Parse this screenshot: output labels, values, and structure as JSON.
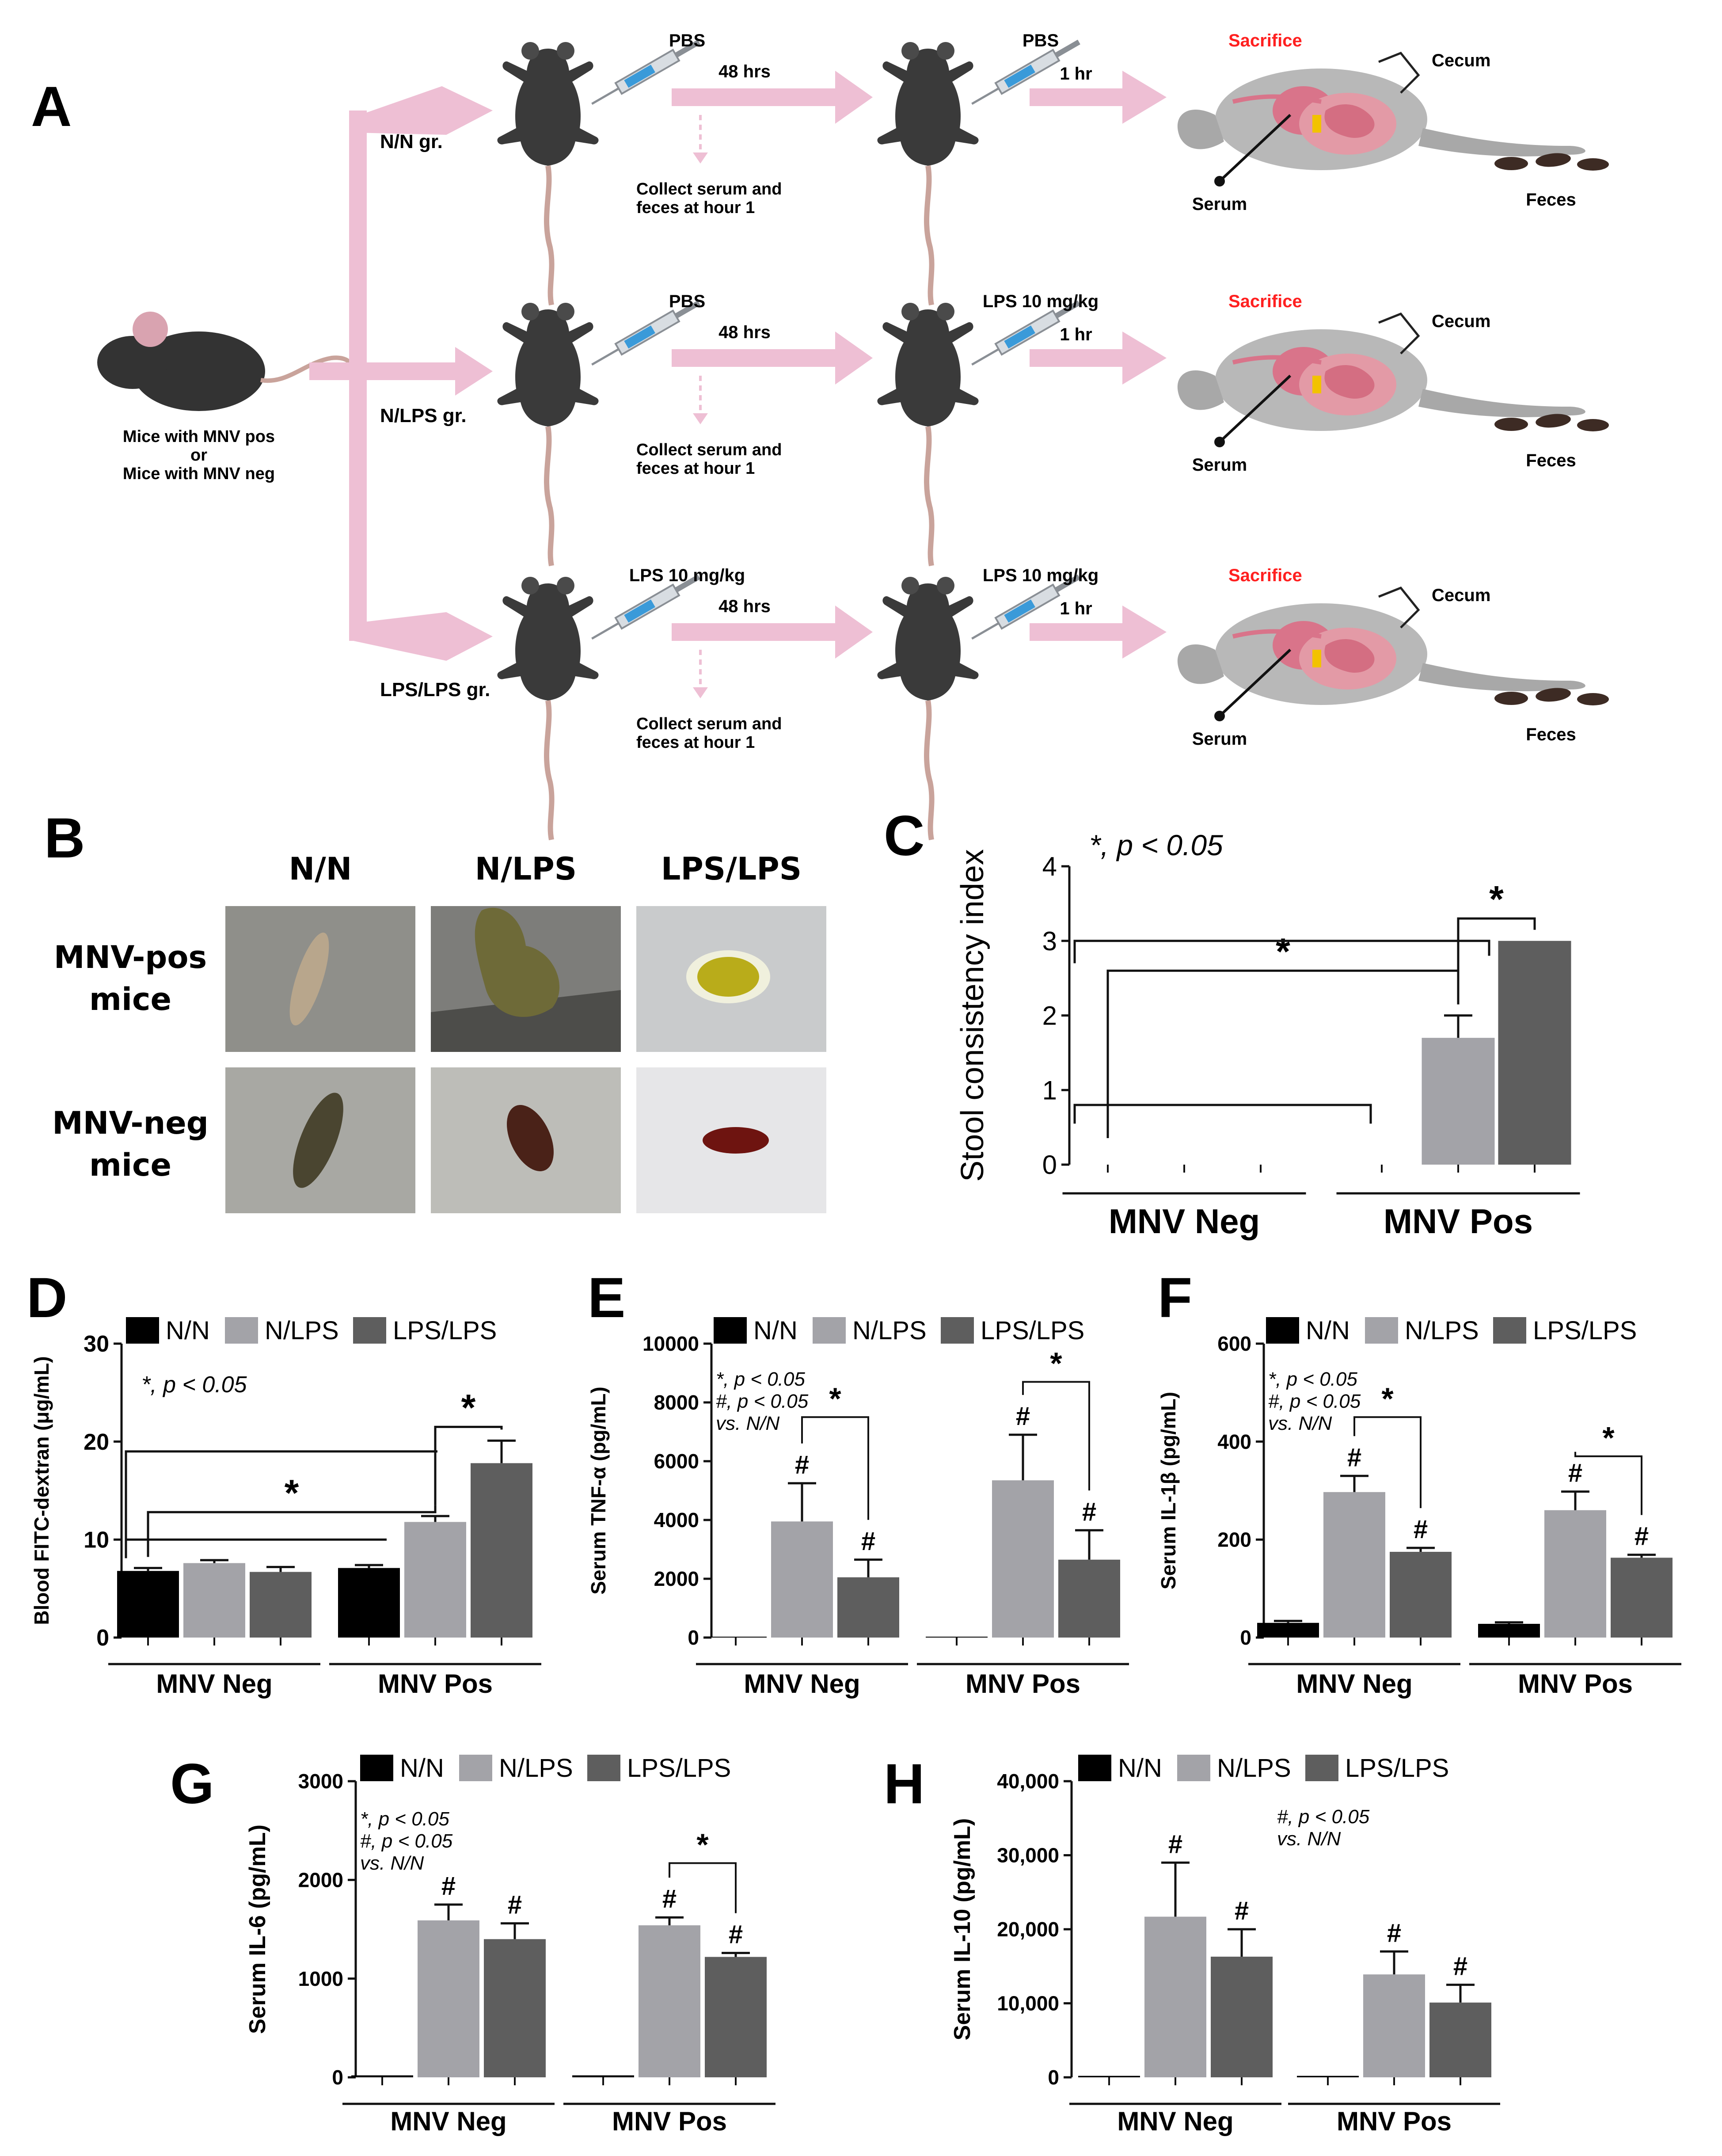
{
  "panelA": {
    "panel_label": "A",
    "start_label_1": "Mice  with MNV pos",
    "start_label_or": "or",
    "start_label_2": "Mice with MNV neg",
    "rows": [
      {
        "group": "N/N gr.",
        "inj1": "PBS",
        "interval1": "48 hrs",
        "collect_1": "Collect serum and",
        "collect_2": "feces at hour 1",
        "inj2": "PBS",
        "interval2": "1 hr",
        "sacrifice": "Sacrifice",
        "cecum": "Cecum",
        "serum": "Serum",
        "feces": "Feces"
      },
      {
        "group": "N/LPS gr.",
        "inj1": "PBS",
        "interval1": "48 hrs",
        "collect_1": "Collect serum and",
        "collect_2": "feces at hour 1",
        "inj2": "LPS 10 mg/kg",
        "interval2": "1 hr",
        "sacrifice": "Sacrifice",
        "cecum": "Cecum",
        "serum": "Serum",
        "feces": "Feces"
      },
      {
        "group": "LPS/LPS gr.",
        "inj1": "LPS 10 mg/kg",
        "interval1": "48 hrs",
        "collect_1": "Collect serum and",
        "collect_2": "feces at hour 1",
        "inj2": "LPS 10 mg/kg",
        "interval2": "1 hr",
        "sacrifice": "Sacrifice",
        "cecum": "Cecum",
        "serum": "Serum",
        "feces": "Feces"
      }
    ]
  },
  "panelB": {
    "panel_label": "B",
    "columns": [
      "N/N",
      "N/LPS",
      "LPS/LPS"
    ],
    "rows": [
      {
        "label_1": "MNV-pos",
        "label_2": "mice"
      },
      {
        "label_1": "MNV-neg",
        "label_2": "mice"
      }
    ]
  },
  "legend_labels": [
    "N/N",
    "N/LPS",
    "LPS/LPS"
  ],
  "colors": {
    "nn": "#000000",
    "nlps": "#a3a3a8",
    "lpslps": "#5e5e5e",
    "arrow": "#eebfd4",
    "sacrifice": "#ff2020"
  },
  "chart_data": [
    {
      "panel": "C",
      "type": "bar",
      "ylabel": "Stool consistency index",
      "ylim": [
        0,
        4
      ],
      "yticks": [
        "0",
        "1",
        "2",
        "3",
        "4"
      ],
      "annotation": "*, p < 0.05",
      "groups": [
        "MNV Neg",
        "MNV Pos"
      ],
      "series": [
        {
          "name": "N/N",
          "values": [
            0,
            0
          ],
          "errors": [
            0,
            0
          ]
        },
        {
          "name": "N/LPS",
          "values": [
            0,
            1.7
          ],
          "errors": [
            0,
            0.3
          ]
        },
        {
          "name": "LPS/LPS",
          "values": [
            0,
            3.0
          ],
          "errors": [
            0,
            0
          ]
        }
      ]
    },
    {
      "panel": "D",
      "type": "bar",
      "ylabel": "Blood FITC-dextran (μg/mL)",
      "ylim": [
        0,
        30
      ],
      "yticks": [
        "0",
        "10",
        "20",
        "30"
      ],
      "annotation": "*, p < 0.05",
      "groups": [
        "MNV Neg",
        "MNV Pos"
      ],
      "series": [
        {
          "name": "N/N",
          "values": [
            6.8,
            7.1
          ],
          "errors": [
            0.3,
            0.3
          ]
        },
        {
          "name": "N/LPS",
          "values": [
            7.6,
            11.8
          ],
          "errors": [
            0.3,
            0.6
          ]
        },
        {
          "name": "LPS/LPS",
          "values": [
            6.7,
            17.8
          ],
          "errors": [
            0.5,
            2.3
          ]
        }
      ]
    },
    {
      "panel": "E",
      "type": "bar",
      "ylabel": "Serum TNF-α (pg/mL)",
      "ylim": [
        0,
        10000
      ],
      "yticks": [
        "0",
        "2000",
        "4000",
        "6000",
        "8000",
        "10000"
      ],
      "annotations": [
        "*, p < 0.05",
        "#, p < 0.05",
        "vs. N/N"
      ],
      "groups": [
        "MNV Neg",
        "MNV Pos"
      ],
      "series": [
        {
          "name": "N/N",
          "values": [
            30,
            30
          ],
          "errors": [
            0,
            0
          ]
        },
        {
          "name": "N/LPS",
          "values": [
            3950,
            5350
          ],
          "errors": [
            1300,
            1550
          ]
        },
        {
          "name": "LPS/LPS",
          "values": [
            2050,
            2650
          ],
          "errors": [
            600,
            1000
          ]
        }
      ]
    },
    {
      "panel": "F",
      "type": "bar",
      "ylabel": "Serum IL-1β (pg/mL)",
      "ylim": [
        0,
        600
      ],
      "yticks": [
        "0",
        "200",
        "400",
        "600"
      ],
      "annotations": [
        "*, p < 0.05",
        "#, p < 0.05",
        "vs. N/N"
      ],
      "groups": [
        "MNV Neg",
        "MNV Pos"
      ],
      "series": [
        {
          "name": "N/N",
          "values": [
            30,
            28
          ],
          "errors": [
            4,
            3
          ]
        },
        {
          "name": "N/LPS",
          "values": [
            297,
            260
          ],
          "errors": [
            33,
            38
          ]
        },
        {
          "name": "LPS/LPS",
          "values": [
            175,
            163
          ],
          "errors": [
            8,
            6
          ]
        }
      ]
    },
    {
      "panel": "G",
      "type": "bar",
      "ylabel": "Serum IL-6 (pg/mL)",
      "ylim": [
        0,
        3000
      ],
      "yticks": [
        "0",
        "1000",
        "2000",
        "3000"
      ],
      "annotations": [
        "*, p < 0.05",
        "#, p < 0.05",
        "vs. N/N"
      ],
      "groups": [
        "MNV Neg",
        "MNV Pos"
      ],
      "series": [
        {
          "name": "N/N",
          "values": [
            20,
            20
          ],
          "errors": [
            0,
            0
          ]
        },
        {
          "name": "N/LPS",
          "values": [
            1590,
            1540
          ],
          "errors": [
            160,
            80
          ]
        },
        {
          "name": "LPS/LPS",
          "values": [
            1400,
            1220
          ],
          "errors": [
            160,
            40
          ]
        }
      ]
    },
    {
      "panel": "H",
      "type": "bar",
      "ylabel": "Serum IL-10 (pg/mL)",
      "ylim": [
        0,
        40000
      ],
      "yticks": [
        "0",
        "10,000",
        "20,000",
        "30,000",
        "40,000"
      ],
      "annotations": [
        "#, p < 0.05",
        "vs. N/N"
      ],
      "groups": [
        "MNV Neg",
        "MNV Pos"
      ],
      "series": [
        {
          "name": "N/N",
          "values": [
            200,
            200
          ],
          "errors": [
            0,
            0
          ]
        },
        {
          "name": "N/LPS",
          "values": [
            21700,
            13900
          ],
          "errors": [
            7300,
            3100
          ]
        },
        {
          "name": "LPS/LPS",
          "values": [
            16300,
            10100
          ],
          "errors": [
            3700,
            2400
          ]
        }
      ]
    }
  ]
}
